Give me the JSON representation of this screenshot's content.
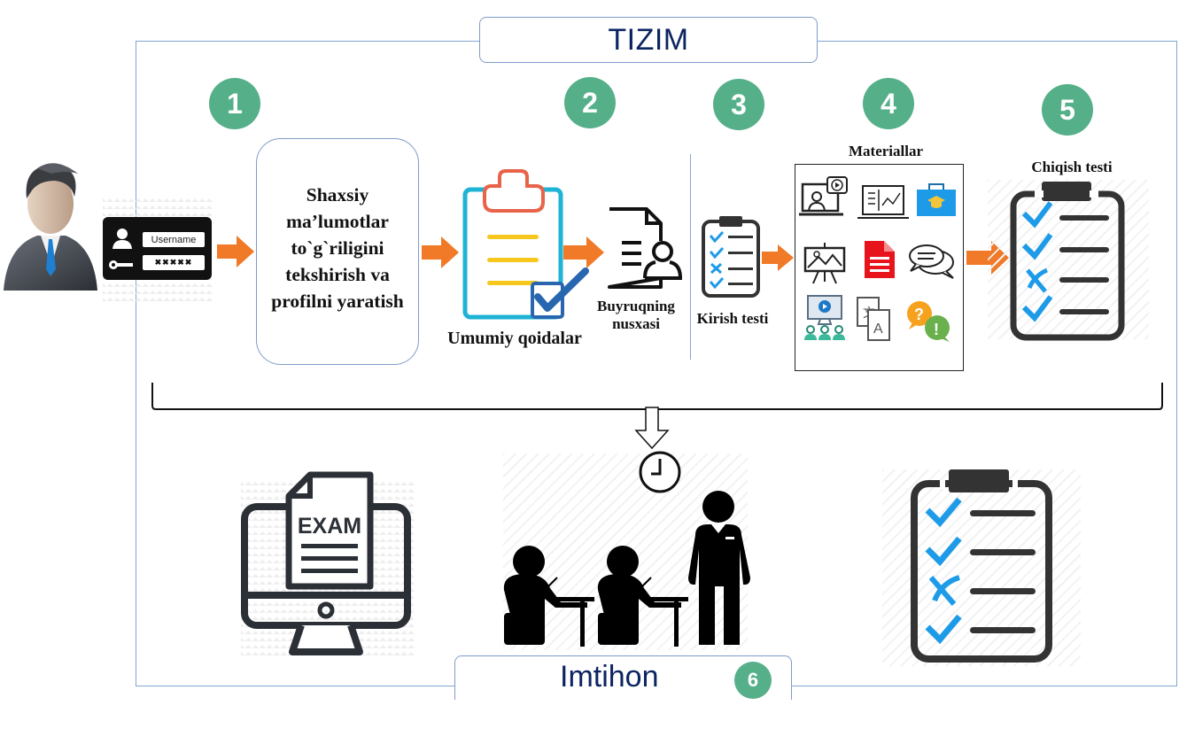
{
  "header": {
    "title": "TIZIM"
  },
  "footer": {
    "title": "Imtihon",
    "step_number": "6"
  },
  "steps": [
    {
      "number": "1",
      "label": "Shaxsiy ma’lumotlar to`g`riligini tekshirish va profilni yaratish"
    },
    {
      "number": "2",
      "label": "Umumiy qoidalar",
      "sub_label": "Buyruqning nusxasi"
    },
    {
      "number": "3",
      "label": "Kirish testi"
    },
    {
      "number": "4",
      "label": "Materiallar"
    },
    {
      "number": "5",
      "label": "Chiqish testi"
    }
  ],
  "login_card": {
    "username": "Username",
    "password": "✖✖✖✖✖"
  },
  "materials_icons": [
    "video-lesson-icon",
    "presentation-chart-icon",
    "education-briefcase-icon",
    "slide-projector-icon",
    "pdf-document-icon",
    "chat-bubbles-icon",
    "webinar-icon",
    "translation-dictionary-icon",
    "question-answer-icon"
  ],
  "exam": {
    "monitor_text": "EXAM",
    "icons": [
      "online-exam-icon",
      "exam-room-icon",
      "test-result-icon"
    ]
  },
  "checklist": [
    "check",
    "check",
    "cross",
    "check"
  ],
  "colors": {
    "accent_green": "#55b08a",
    "arrow_orange": "#f07a28",
    "title_navy": "#0c2461",
    "frame_blue": "#7ea6d2",
    "check_blue": "#1e9be8"
  }
}
